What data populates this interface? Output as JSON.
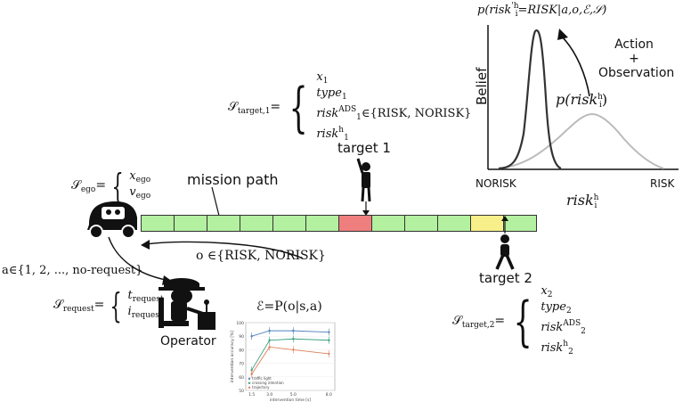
{
  "belief_plot": {
    "title_prefix": "p(risk",
    "title_sup": "'h",
    "title_sub": "i",
    "title_suffix": "=RISK|a,o,ℰ,𝒮)",
    "ylabel": "Belief",
    "xtick_left": "NORISK",
    "xtick_right": "RISK",
    "xlabel_prefix": "risk",
    "xlabel_sup": "h",
    "xlabel_sub": "i",
    "prior_prefix": "p(risk",
    "prior_sup": "h",
    "prior_sub": "i",
    "prior_suffix": ")",
    "update_label_line1": "Action",
    "update_label_line2": "+",
    "update_label_line3": "Observation",
    "curve_posterior_color": "#333333",
    "curve_prior_color": "#bbbbbb"
  },
  "target1_state": {
    "symbol": "𝒮",
    "symbol_sub": "target,1",
    "lines": [
      {
        "main": "x",
        "sub": "1",
        "sup": "",
        "tail": ""
      },
      {
        "main": "type",
        "sub": "1",
        "sup": "",
        "tail": ""
      },
      {
        "main": "risk",
        "sub": "1",
        "sup": "ADS",
        "tail": "∈{RISK, NORISK}"
      },
      {
        "main": "risk",
        "sub": "1",
        "sup": "h",
        "tail": ""
      }
    ]
  },
  "target1_label": "target 1",
  "target2_label": "target 2",
  "target2_state": {
    "symbol": "𝒮",
    "symbol_sub": "target,2",
    "lines": [
      {
        "main": "x",
        "sub": "2",
        "sup": "",
        "tail": ""
      },
      {
        "main": "type",
        "sub": "2",
        "sup": "",
        "tail": ""
      },
      {
        "main": "risk",
        "sub": "2",
        "sup": "ADS",
        "tail": ""
      },
      {
        "main": "risk",
        "sub": "2",
        "sup": "h",
        "tail": ""
      }
    ]
  },
  "ego_state": {
    "symbol": "𝒮",
    "symbol_sub": "ego",
    "lines": [
      {
        "main": "x",
        "sub": "ego"
      },
      {
        "main": "v",
        "sub": "ego"
      }
    ]
  },
  "mission_path_label": "mission path",
  "path_cells": [
    "normal",
    "normal",
    "normal",
    "normal",
    "normal",
    "normal",
    "risk",
    "normal",
    "normal",
    "normal",
    "warning",
    "normal"
  ],
  "path_colors": {
    "normal": "#b3f0a0",
    "risk": "#ef7f7f",
    "warning": "#f7f08a"
  },
  "observation_label": "o ∈{RISK, NORISK}",
  "action_label": "a∈{1, 2, ..., no-request}",
  "request_state": {
    "symbol": "𝒮",
    "symbol_sub": "request",
    "lines": [
      {
        "main": "t",
        "sub": "request"
      },
      {
        "main": "i",
        "sub": "request"
      }
    ]
  },
  "operator_label": "Operator",
  "env_label": "ℰ=P(o|s,a)",
  "inset_chart": {
    "ylabel": "intervention accuracy [%]",
    "xlabel": "intervention time [s]",
    "yticks": [
      "100",
      "90",
      "80",
      "70",
      "60",
      "50"
    ],
    "xticks": [
      "1.5",
      "3.0",
      "5.0",
      "8.0"
    ],
    "legend": [
      "traffic light",
      "crossing intention",
      "trajectory"
    ],
    "colors": [
      "#4f81bd",
      "#3aa17e",
      "#e0805a"
    ]
  },
  "chart_data": {
    "type": "line",
    "x": [
      1.5,
      3.0,
      5.0,
      8.0
    ],
    "series": [
      {
        "name": "traffic light",
        "values": [
          90,
          94,
          94,
          93
        ]
      },
      {
        "name": "crossing intention",
        "values": [
          65,
          87,
          88,
          87
        ]
      },
      {
        "name": "trajectory",
        "values": [
          62,
          82,
          80,
          77
        ]
      }
    ],
    "xlabel": "intervention time [s]",
    "ylabel": "intervention accuracy [%]",
    "ylim": [
      50,
      100
    ]
  }
}
